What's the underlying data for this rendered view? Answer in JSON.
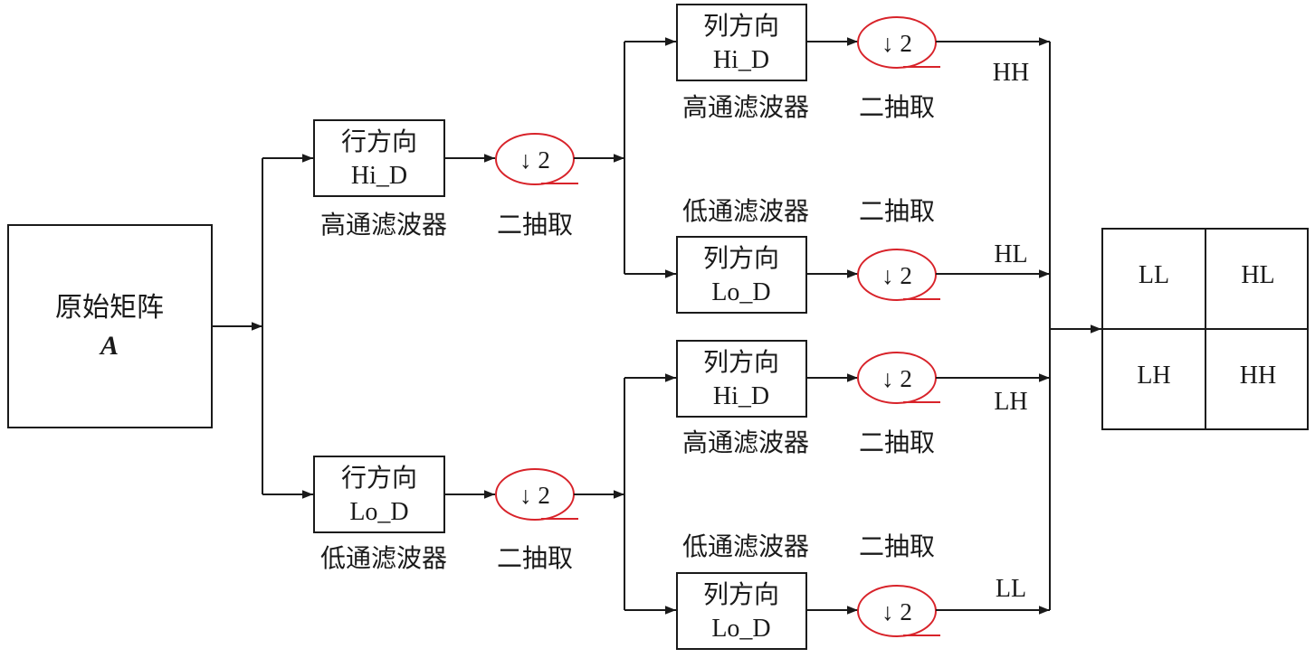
{
  "source": {
    "line1": "原始矩阵",
    "line2": "A"
  },
  "row_filters": [
    {
      "line1": "行方向",
      "line2": "Hi_D",
      "caption": "高通滤波器",
      "downsample": "↓ 2",
      "downsample_caption": "二抽取"
    },
    {
      "line1": "行方向",
      "line2": "Lo_D",
      "caption": "低通滤波器",
      "downsample": "↓ 2",
      "downsample_caption": "二抽取"
    }
  ],
  "col_filters": [
    {
      "line1": "列方向",
      "line2": "Hi_D",
      "caption": "高通滤波器",
      "downsample": "↓ 2",
      "downsample_caption": "二抽取",
      "output": "HH"
    },
    {
      "line1": "列方向",
      "line2": "Lo_D",
      "caption": "低通滤波器",
      "downsample": "↓ 2",
      "downsample_caption": "二抽取",
      "output": "HL"
    },
    {
      "line1": "列方向",
      "line2": "Hi_D",
      "caption": "高通滤波器",
      "downsample": "↓ 2",
      "downsample_caption": "二抽取",
      "output": "LH"
    },
    {
      "line1": "列方向",
      "line2": "Lo_D",
      "caption": "低通滤波器",
      "downsample": "↓ 2",
      "downsample_caption": "二抽取",
      "output": "LL"
    }
  ],
  "result_grid": {
    "top_left": "LL",
    "top_right": "HL",
    "bottom_left": "LH",
    "bottom_right": "HH"
  },
  "colors": {
    "line": "#1a1a1a",
    "downsample_outline": "#d8232a"
  }
}
